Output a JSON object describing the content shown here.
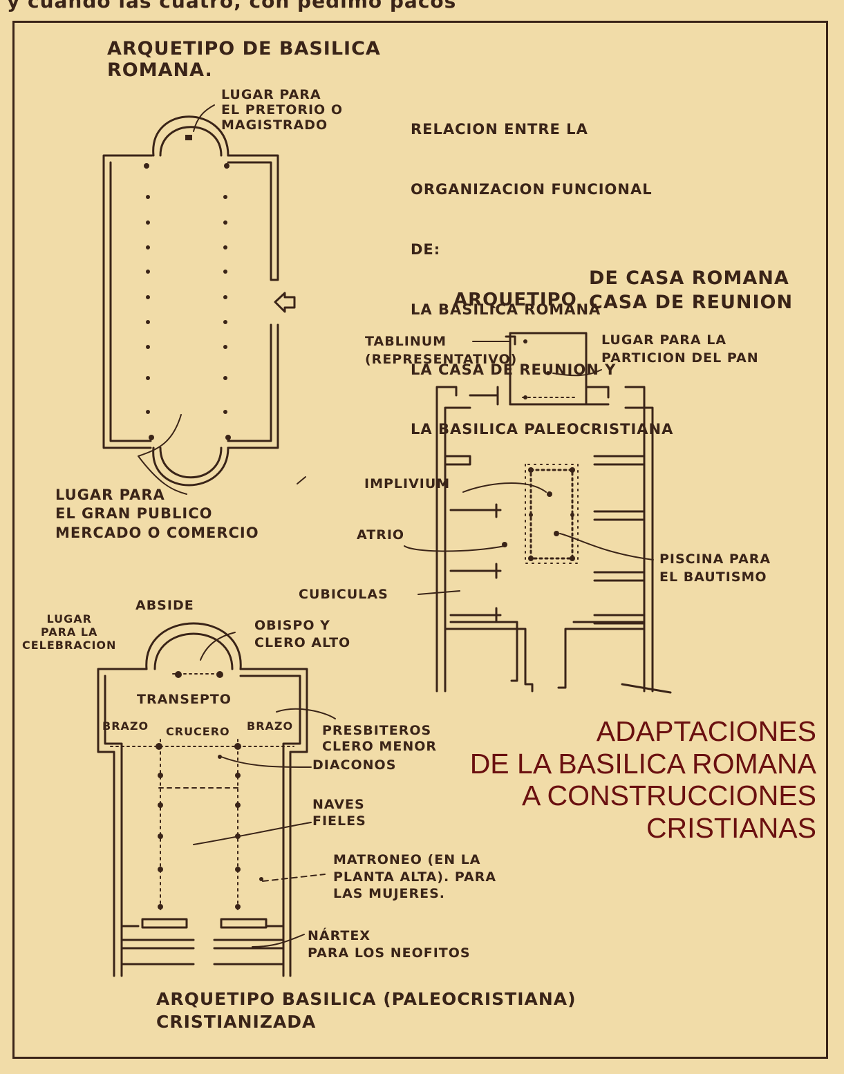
{
  "top_strip_text": "y cuando las cuatro, con pedimo pacos",
  "colors": {
    "background": "#f1dca8",
    "ink": "#3a2418",
    "title": "#6a1010"
  },
  "relation": {
    "lines": [
      "RELACION ENTRE LA",
      "ORGANIZACION FUNCIONAL",
      "DE:",
      "LA BASILICA ROMANA",
      "LA CASA DE REUNION Y",
      "LA BASILICA PALEOCRISTIANA"
    ]
  },
  "roman_basilica": {
    "title": "ARQUETIPO DE BASILICA\nROMANA.",
    "pretorio_label": "LUGAR PARA\nEL PRETORIO O\nMAGISTRADO",
    "publico_label": "LUGAR PARA\nEL GRAN PUBLICO\nMERCADO O COMERCIO"
  },
  "house": {
    "title_left": "ARQUETIPO",
    "title_right": "DE CASA ROMANA\nCASA DE REUNION",
    "tablinum": "TABLINUM\n(REPRESENTATIVO)",
    "particion": "LUGAR PARA LA\nPARTICION DEL PAN",
    "implivium": "IMPLIVIUM",
    "atrio": "ATRIO",
    "piscina": "PISCINA PARA\nEL BAUTISMO",
    "cubiculas": "CUBICULAS"
  },
  "paleo": {
    "abside": "ABSIDE",
    "celebracion": "LUGAR\nPARA LA\nCELEBRACION",
    "obispo": "OBISPO Y\nCLERO ALTO",
    "transepto": "TRANSEPTO",
    "brazo_left": "BRAZO",
    "crucero": "CRUCERO",
    "brazo_right": "BRAZO",
    "presbiteros": "PRESBITEROS\nCLERO MENOR",
    "diaconos": "DIACONOS",
    "naves": "NAVES\nFIELES",
    "matroneo": "MATRONEO (EN LA\nPLANTA ALTA). PARA\nLAS MUJERES.",
    "nartex": "NÁRTEX\nPARA LOS NEOFITOS",
    "caption": "ARQUETIPO BASILICA (PALEOCRISTIANA)\nCRISTIANIZADA"
  },
  "main_title": {
    "lines": [
      "ADAPTACIONES",
      "DE LA BASILICA ROMANA",
      "A CONSTRUCCIONES",
      "CRISTIANAS"
    ]
  }
}
